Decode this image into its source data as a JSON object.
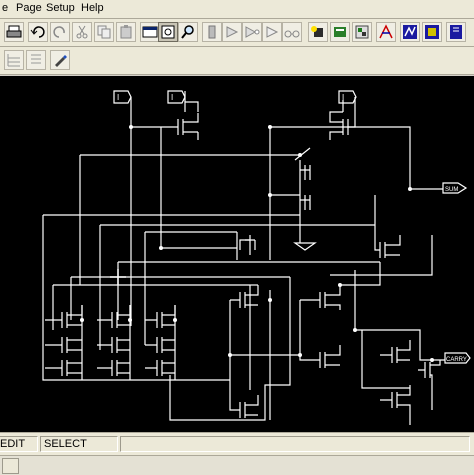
{
  "menu": {
    "file_partial": "e",
    "page": "Page",
    "setup": "Setup",
    "help": "Help"
  },
  "schematic": {
    "inputs": [
      "I",
      "I",
      "I"
    ],
    "outputs": [
      "SUM",
      "CARRY"
    ]
  },
  "status": {
    "mode": "EDIT",
    "tool": "SELECT"
  }
}
